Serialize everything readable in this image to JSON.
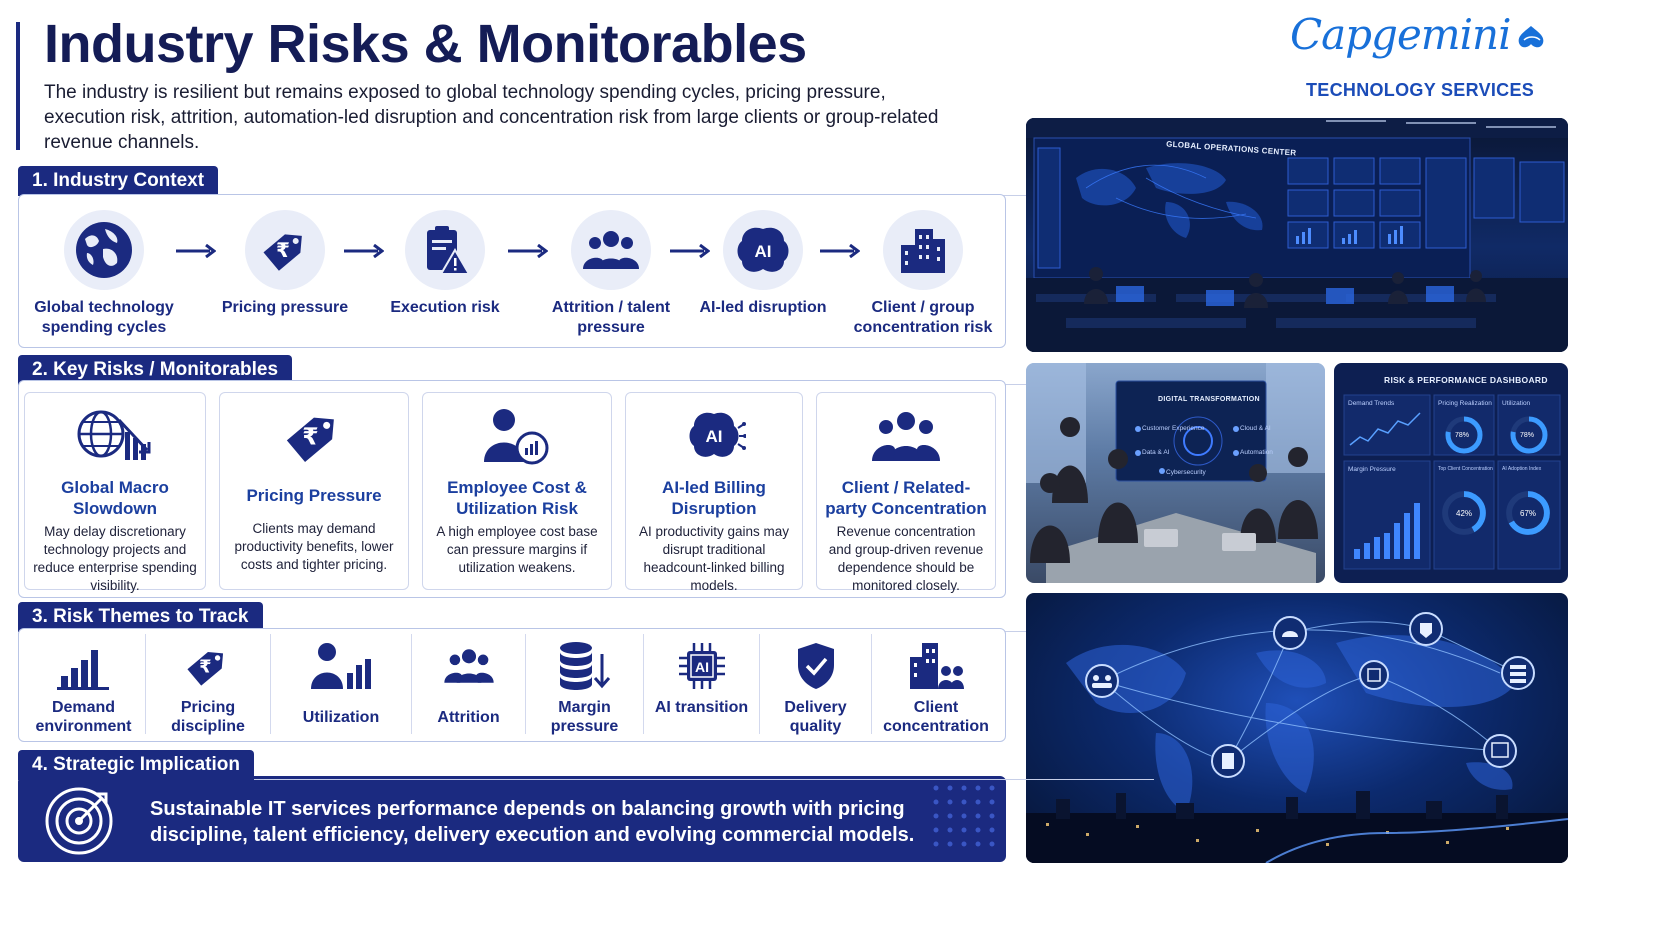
{
  "header": {
    "title": "Industry Risks & Monitorables",
    "subtitle": "The industry is resilient but remains exposed to global technology spending cycles, pricing pressure, execution risk, attrition, automation-led disruption and concentration risk from large clients or group-related revenue channels."
  },
  "brand": {
    "logo_text": "Capgemini",
    "tagline": "TECHNOLOGY SERVICES",
    "colors": {
      "navy": "#1b2a80",
      "brand_blue": "#1870d9"
    }
  },
  "section1": {
    "title": "1. Industry Context",
    "items": [
      {
        "label": "Global technology spending cycles",
        "icon": "globe-icon"
      },
      {
        "label": "Pricing pressure",
        "icon": "rupee-tag-icon"
      },
      {
        "label": "Execution risk",
        "icon": "clipboard-warning-icon"
      },
      {
        "label": "Attrition / talent pressure",
        "icon": "people-icon"
      },
      {
        "label": "AI-led disruption",
        "icon": "ai-brain-icon"
      },
      {
        "label": "Client / group concentration risk",
        "icon": "buildings-icon"
      }
    ]
  },
  "section2": {
    "title": "2. Key Risks / Monitorables",
    "cards": [
      {
        "title": "Global Macro Slowdown",
        "desc": "May delay discretionary technology projects and reduce enterprise spending visibility.",
        "icon": "globe-decline-icon"
      },
      {
        "title": "Pricing Pressure",
        "desc": "Clients may demand productivity benefits, lower costs and tighter pricing.",
        "icon": "rupee-tag-icon"
      },
      {
        "title": "Employee Cost & Utilization Risk",
        "desc": "A high employee cost base can pressure margins if utilization weakens.",
        "icon": "employee-chart-icon"
      },
      {
        "title": "AI-led Billing Disruption",
        "desc": "AI productivity gains may disrupt traditional headcount-linked billing models.",
        "icon": "ai-brain-icon"
      },
      {
        "title": "Client / Related-party Concentration",
        "desc": "Revenue concentration and group-driven revenue dependence should be monitored closely.",
        "icon": "group-icon"
      }
    ]
  },
  "section3": {
    "title": "3. Risk Themes to Track",
    "themes": [
      {
        "label": "Demand environment",
        "icon": "bar-chart-icon"
      },
      {
        "label": "Pricing discipline",
        "icon": "rupee-tag-icon"
      },
      {
        "label": "Utilization",
        "icon": "person-chart-icon"
      },
      {
        "label": "Attrition",
        "icon": "people-icon"
      },
      {
        "label": "Margin pressure",
        "icon": "database-down-icon"
      },
      {
        "label": "AI transition",
        "icon": "ai-chip-icon"
      },
      {
        "label": "Delivery quality",
        "icon": "shield-check-icon"
      },
      {
        "label": "Client concentration",
        "icon": "building-people-icon"
      }
    ]
  },
  "section4": {
    "title": "4. Strategic Implication",
    "text": "Sustainable IT services performance depends on balancing growth with pricing discipline, talent efficiency, delivery execution and evolving commercial models.",
    "icon": "target-icon"
  },
  "images": {
    "ops_center": {
      "wall_title": "GLOBAL OPERATIONS CENTER"
    },
    "meeting": {
      "screen_title": "DIGITAL TRANSFORMATION",
      "nodes": [
        "Customer Experience",
        "Cloud & AI",
        "Data & AI",
        "Automation",
        "Cybersecurity"
      ]
    },
    "dashboard": {
      "title": "RISK & PERFORMANCE DASHBOARD",
      "panels": [
        "Demand Trends",
        "Pricing Realization",
        "Utilization",
        "Margin Pressure",
        "Top Client Concentration",
        "AI Adoption Index"
      ],
      "values": [
        "78%",
        "78%",
        "42%",
        "67%"
      ],
      "gauges": {
        "pricing": 0.78,
        "utilization": 0.78,
        "concentration": 0.42,
        "ai_adoption": 0.67
      }
    }
  }
}
